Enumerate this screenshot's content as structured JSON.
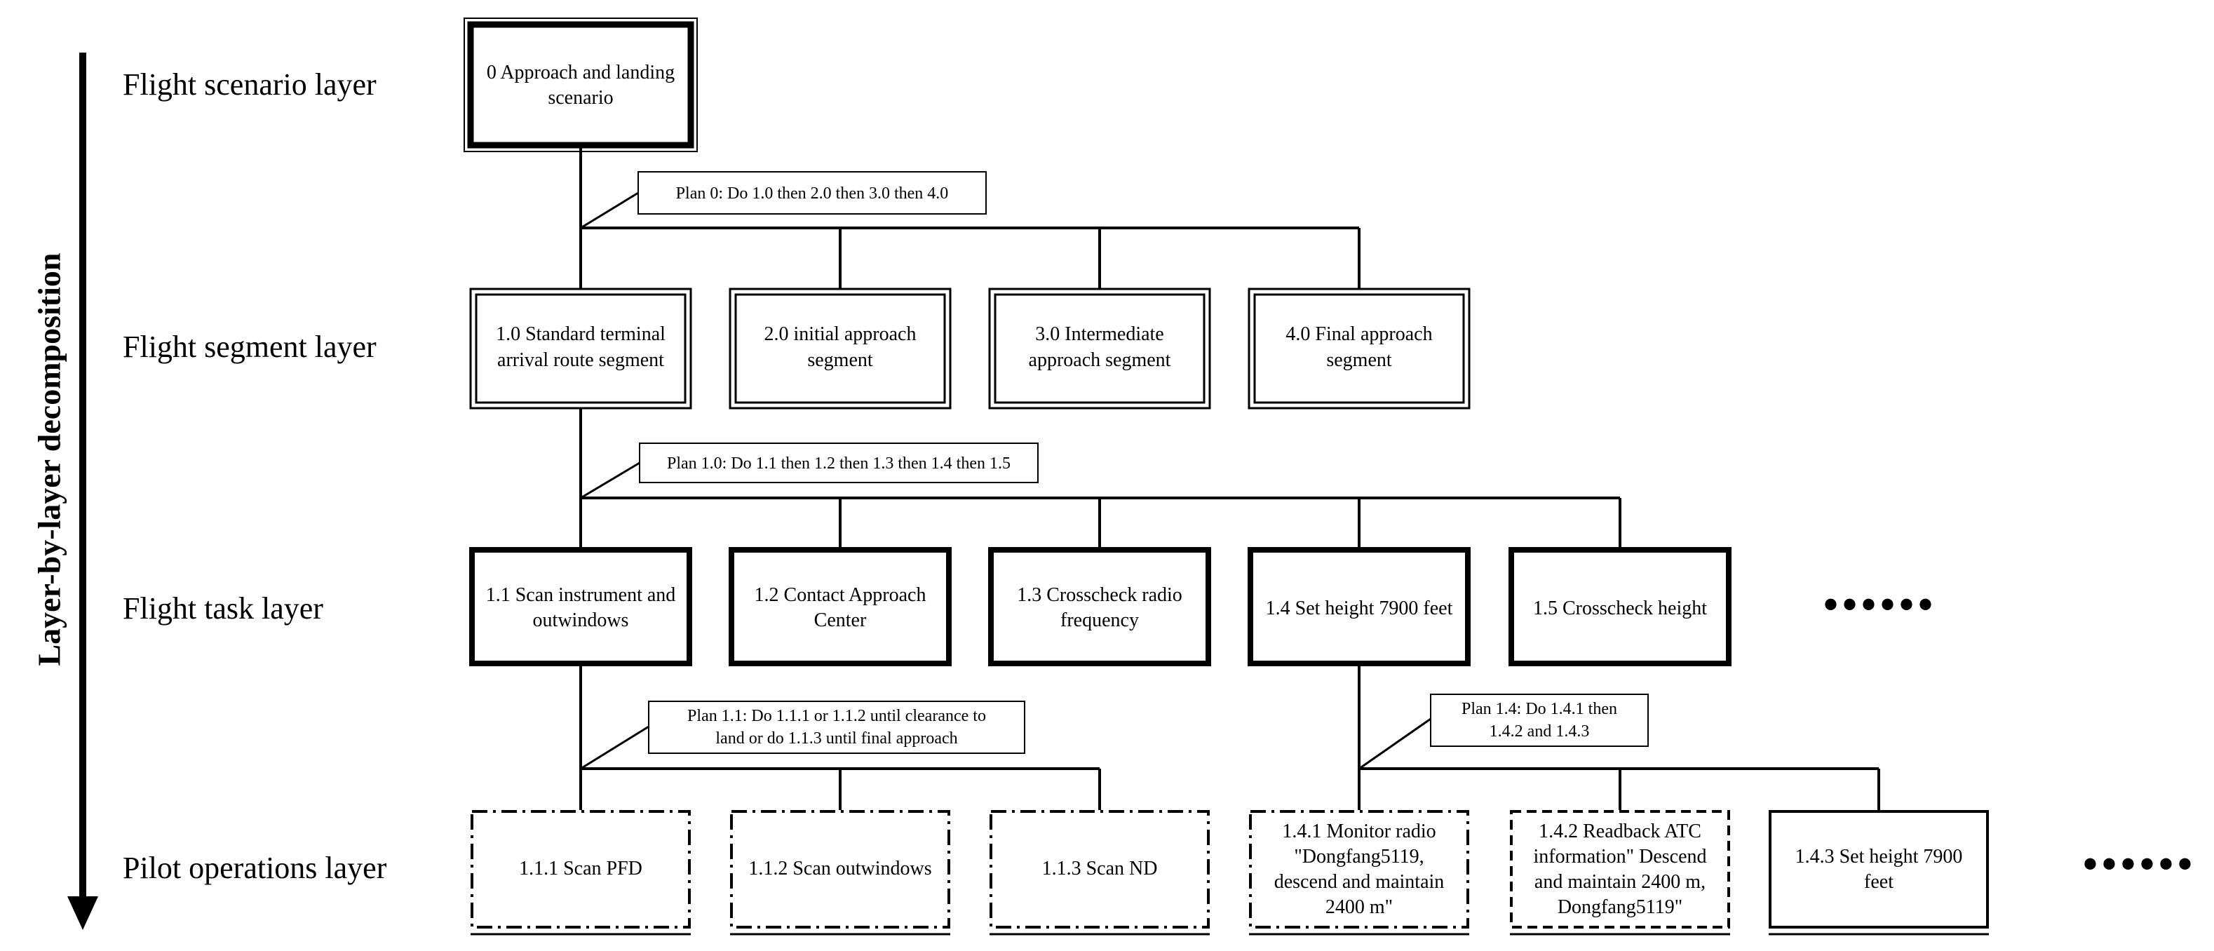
{
  "axis_label": "Layer-by-layer decomposition",
  "layers": {
    "scenario": "Flight scenario layer",
    "segment": "Flight segment layer",
    "task": "Flight task layer",
    "operations": "Pilot operations layer"
  },
  "scenario_box": [
    "0 Approach and landing",
    "scenario"
  ],
  "plan0": "Plan 0: Do 1.0 then 2.0 then 3.0 then 4.0",
  "segments": [
    [
      "1.0 Standard terminal",
      "arrival route segment"
    ],
    [
      "2.0 initial approach",
      "segment"
    ],
    [
      "3.0 Intermediate",
      "approach segment"
    ],
    [
      "4.0 Final approach",
      "segment"
    ]
  ],
  "plan1_0": "Plan 1.0: Do 1.1 then 1.2 then 1.3 then 1.4 then 1.5",
  "tasks": [
    [
      "1.1 Scan instrument and",
      "outwindows"
    ],
    [
      "1.2 Contact Approach",
      "Center"
    ],
    [
      "1.3 Crosscheck  radio",
      "frequency"
    ],
    [
      "1.4 Set height 7900 feet"
    ],
    [
      "1.5 Crosscheck  height"
    ]
  ],
  "plan1_1": [
    "Plan 1.1: Do 1.1.1 or 1.1.2 until clearance to",
    "land or do 1.1.3 until final approach"
  ],
  "plan1_4": [
    "Plan 1.4: Do 1.4.1 then",
    "1.4.2 and 1.4.3"
  ],
  "operations": [
    [
      "1.1.1  Scan PFD"
    ],
    [
      "1.1.2  Scan outwindows"
    ],
    [
      "1.1.3  Scan ND"
    ],
    [
      "1.4.1 Monitor radio",
      "\"Dongfang5119,",
      "descend and maintain",
      "2400 m\""
    ],
    [
      "1.4.2 Readback ATC",
      "information\" Descend",
      "and maintain 2400 m,",
      "Dongfang5119\""
    ],
    [
      "1.4.3 Set height 7900",
      "feet"
    ]
  ],
  "ellipsis_task": "••••••",
  "ellipsis_ops": "••••••"
}
